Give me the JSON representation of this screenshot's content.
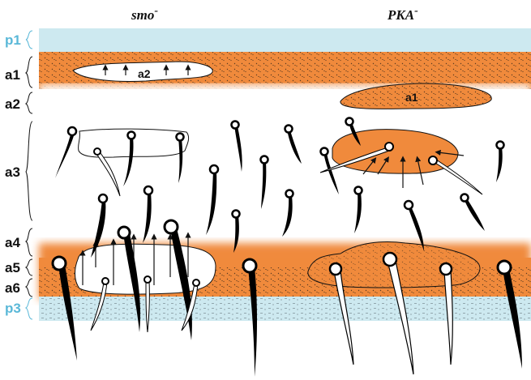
{
  "titles": {
    "left": "smo",
    "left_sup": "-",
    "right": "PKA",
    "right_sup": "-"
  },
  "row_labels": {
    "p1": "p1",
    "a1": "a1",
    "a2": "a2",
    "a3": "a3",
    "a4": "a4",
    "a5": "a5",
    "a6": "a6",
    "p3": "p3"
  },
  "clone_labels": {
    "left_top": "a2",
    "right_top": "a1"
  },
  "colors": {
    "posterior_blue": "#cde9f0",
    "denticle_orange": "#f08a3c",
    "naked_white": "#ffffff",
    "label_blue": "#5ab8d8",
    "hair_black": "#000000"
  }
}
